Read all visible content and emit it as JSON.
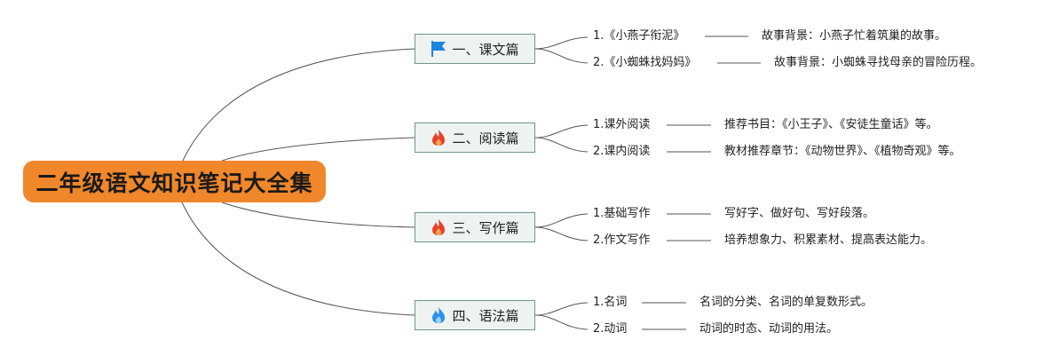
{
  "central": {
    "label": "二年级语文知识笔记大全集"
  },
  "colors": {
    "central_bg": "#f0872a",
    "branch_bg": "#eef3f1",
    "branch_border": "#6f958b",
    "line": "#555555",
    "flag": "#1a86e0",
    "fire_red": "#e8402a",
    "fire_blue": "#2b8ff0"
  },
  "branches": [
    {
      "label": "一、课文篇",
      "icon": "flag-icon",
      "items": [
        {
          "title": "1.《小燕子衔泥》",
          "detail": "故事背景：小燕子忙着筑巢的故事。"
        },
        {
          "title": "2.《小蜘蛛找妈妈》",
          "detail": "故事背景：小蜘蛛寻找母亲的冒险历程。"
        }
      ]
    },
    {
      "label": "二、阅读篇",
      "icon": "fire-icon",
      "items": [
        {
          "title": "1.课外阅读",
          "detail": "推荐书目：《小王子》、《安徒生童话》等。"
        },
        {
          "title": "2.课内阅读",
          "detail": "教材推荐章节：《动物世界》、《植物奇观》等。"
        }
      ]
    },
    {
      "label": "三、写作篇",
      "icon": "fire-icon",
      "items": [
        {
          "title": "1.基础写作",
          "detail": "写好字、做好句、写好段落。"
        },
        {
          "title": "2.作文写作",
          "detail": "培养想象力、积累素材、提高表达能力。"
        }
      ]
    },
    {
      "label": "四、语法篇",
      "icon": "blue-fire-icon",
      "items": [
        {
          "title": "1.名词",
          "detail": "名词的分类、名词的单复数形式。"
        },
        {
          "title": "2.动词",
          "detail": "动词的时态、动词的用法。"
        }
      ]
    }
  ]
}
